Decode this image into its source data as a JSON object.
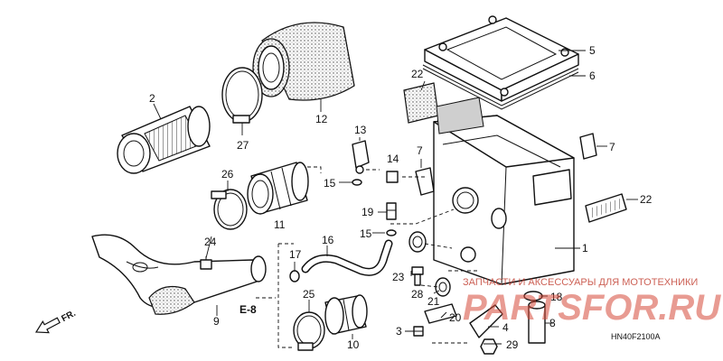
{
  "callouts": {
    "c1": "1",
    "c2": "2",
    "c3": "3",
    "c4": "4",
    "c5": "5",
    "c6": "6",
    "c7a": "7",
    "c7b": "7",
    "c8": "8",
    "c9": "9",
    "c10": "10",
    "c11": "11",
    "c12": "12",
    "c13": "13",
    "c14": "14",
    "c15a": "15",
    "c15b": "15",
    "c16": "16",
    "c17": "17",
    "c18": "18",
    "c19": "19",
    "c20": "20",
    "c21": "21",
    "c22a": "22",
    "c22b": "22",
    "c23": "23",
    "c24": "24",
    "c25": "25",
    "c26": "26",
    "c27": "27",
    "c28": "28",
    "c29": "29"
  },
  "reference": "E-8",
  "front_label": "FR.",
  "diagram_code": "HN40F2100A",
  "watermark": {
    "text": "ЗАПЧАСТИ И АКСЕССУАРЫ ДЛЯ МОТОТЕХНИКИ",
    "logo": "PARTSFOR.RU"
  }
}
